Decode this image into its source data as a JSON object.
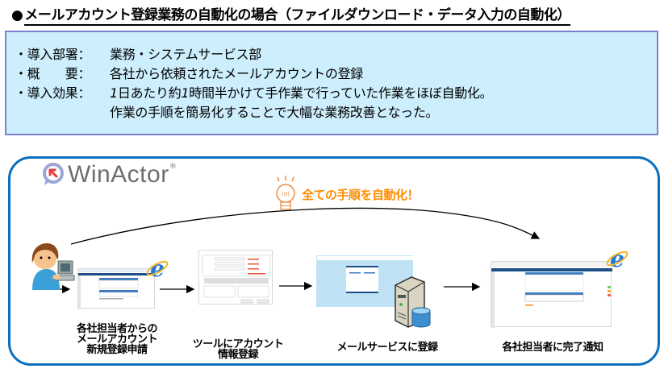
{
  "header": {
    "bullet": "●",
    "title": "メールアカウント登録業務の自動化の場合（ファイルダウンロード・データ入力の自動化）"
  },
  "info": {
    "rows": [
      {
        "label": "・導入部署：",
        "value": "業務・システムサービス部"
      },
      {
        "label": "・概　　要：",
        "value": "各社から依頼されたメールアカウントの登録"
      },
      {
        "label": "・導入効果：",
        "value_parts": [
          "1",
          "日あたり約",
          "1",
          "時間半かけて手作業で行っていた作業をほぼ自動化。"
        ]
      },
      {
        "value": "作業の手順を簡易化することで大幅な業務改善となった。"
      }
    ]
  },
  "flow": {
    "logo": {
      "name": "WinActor",
      "registered": "®"
    },
    "automation_label": "全ての手順を自動化！",
    "colors": {
      "border": "#0a6fbe",
      "accent": "#ff8c00",
      "info_bg": "#cdeefc",
      "info_border": "#7b7fd1"
    },
    "steps": [
      {
        "caption_lines": [
          "各社担当者からの",
          "メールアカウント",
          "新規登録申請"
        ]
      },
      {
        "caption_lines": [
          "ツールにアカウント",
          "情報登録"
        ]
      },
      {
        "caption_lines": [
          "メールサービスに登録"
        ]
      },
      {
        "caption_lines": [
          "各社担当者に完了通知"
        ]
      }
    ],
    "icons": [
      "person-at-computer-icon",
      "internet-explorer-icon",
      "server-database-icon",
      "lightbulb-icon",
      "winactor-logo-icon"
    ]
  }
}
